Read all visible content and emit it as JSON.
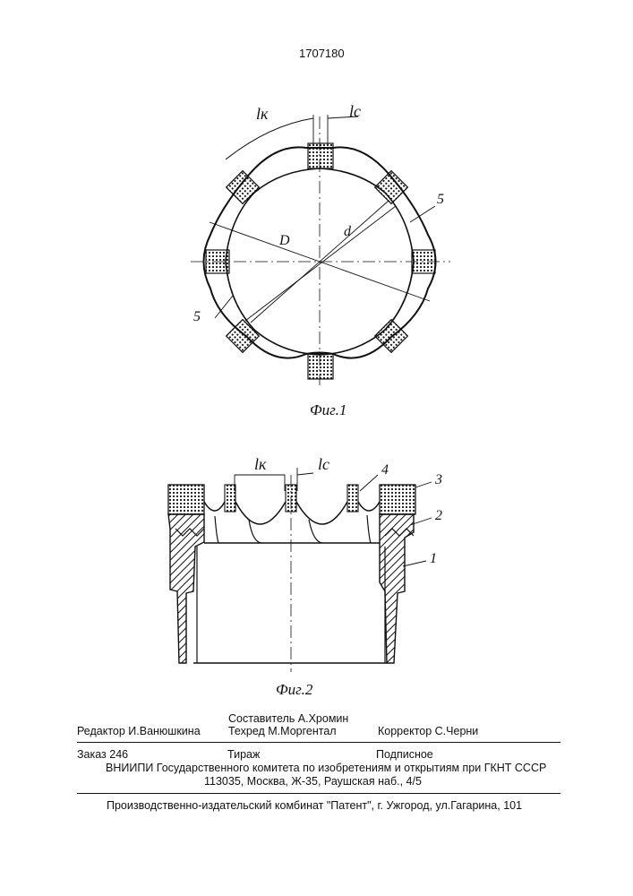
{
  "page": {
    "patent_number": "1707180"
  },
  "figure1": {
    "caption": "Фиг.1",
    "label_lk": "lк",
    "label_lc": "lс",
    "label_D": "D",
    "label_d": "d",
    "label_5_right": "5",
    "label_5_left": "5"
  },
  "figure2": {
    "caption": "Фиг.2",
    "label_lk": "lк",
    "label_lc": "lс",
    "label_1": "1",
    "label_2": "2",
    "label_3": "3",
    "label_4": "4"
  },
  "footer": {
    "editor": "Редактор  И.Ванюшкина",
    "composer": "Составитель  А.Хромин",
    "techred": "Техред М.Моргентал",
    "corrector": "Корректор   С.Черни",
    "order": "Заказ 246",
    "circulation": "Тираж",
    "subscription": "Подписное",
    "org_line": "ВНИИПИ Государственного комитета по изобретениям и открытиям при ГКНТ СССР",
    "address_line": "113035, Москва, Ж-35, Раушская наб., 4/5",
    "publisher_line": "Производственно-издательский комбинат \"Патент\", г. Ужгород, ул.Гагарина, 101"
  }
}
